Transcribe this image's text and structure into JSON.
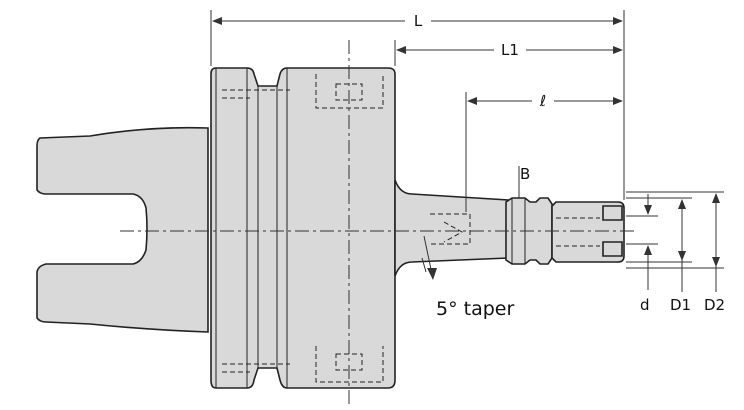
{
  "labels": {
    "L": "L",
    "L1": "L1",
    "l": "ℓ",
    "B": "B",
    "taper": "5° taper",
    "d": "d",
    "D1": "D1",
    "D2": "D2"
  },
  "colors": {
    "fill": "#d9d9d9",
    "line": "#222222"
  }
}
